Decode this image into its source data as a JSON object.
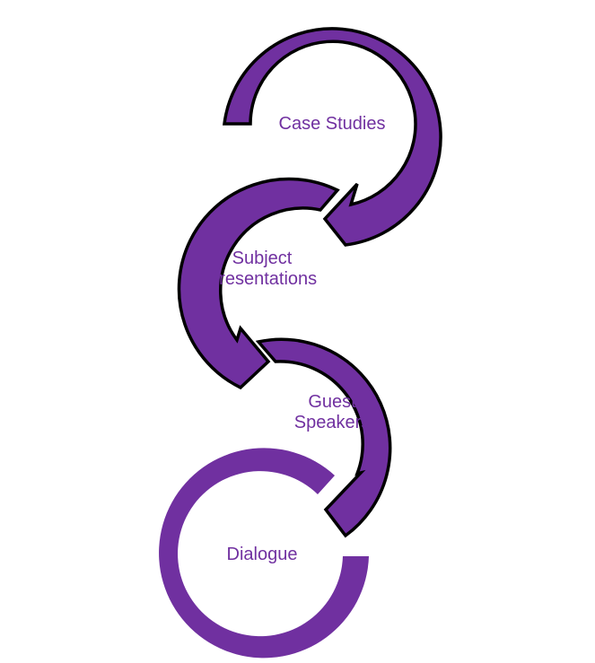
{
  "colors": {
    "accent": "#7030a0",
    "outline": "#000000",
    "background": "#ffffff"
  },
  "steps": [
    {
      "label": "Case Studies"
    },
    {
      "label_line1": "Subject",
      "label_line2": "Presentations"
    },
    {
      "label_line1": "Guest",
      "label_line2": "Speakers"
    },
    {
      "label": "Dialogue"
    }
  ]
}
